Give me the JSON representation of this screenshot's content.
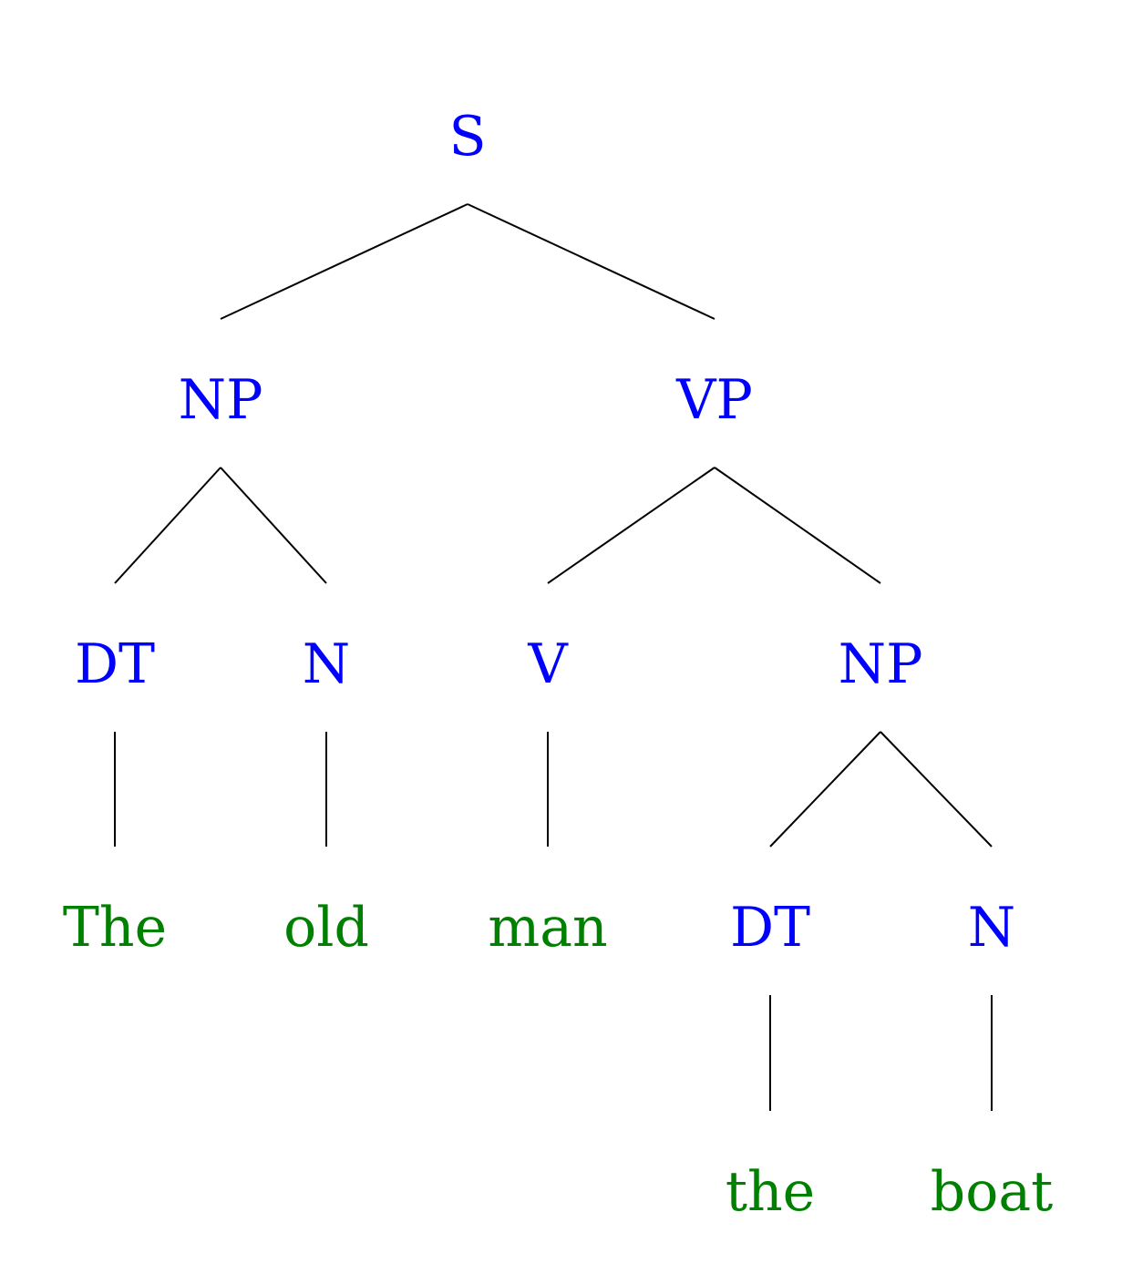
{
  "colors": {
    "nonterminal": "#0000ff",
    "terminal": "#008000",
    "edge": "#000000"
  },
  "tree": {
    "root": {
      "label": "S",
      "kind": "nonterminal",
      "children": [
        {
          "label": "NP",
          "kind": "nonterminal",
          "children": [
            {
              "label": "DT",
              "kind": "nonterminal",
              "children": [
                {
                  "label": "The",
                  "kind": "terminal"
                }
              ]
            },
            {
              "label": "N",
              "kind": "nonterminal",
              "children": [
                {
                  "label": "old",
                  "kind": "terminal"
                }
              ]
            }
          ]
        },
        {
          "label": "VP",
          "kind": "nonterminal",
          "children": [
            {
              "label": "V",
              "kind": "nonterminal",
              "children": [
                {
                  "label": "man",
                  "kind": "terminal"
                }
              ]
            },
            {
              "label": "NP",
              "kind": "nonterminal",
              "children": [
                {
                  "label": "DT",
                  "kind": "nonterminal",
                  "children": [
                    {
                      "label": "the",
                      "kind": "terminal"
                    }
                  ]
                },
                {
                  "label": "N",
                  "kind": "nonterminal",
                  "children": [
                    {
                      "label": "boat",
                      "kind": "terminal"
                    }
                  ]
                }
              ]
            }
          ]
        }
      ]
    }
  }
}
